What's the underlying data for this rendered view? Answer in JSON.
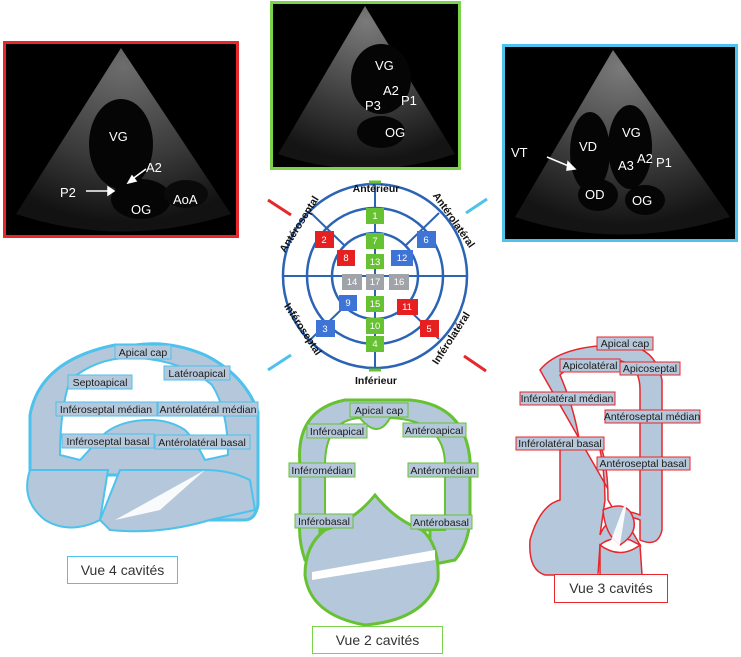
{
  "captions": {
    "four_chamber": "Vue 4 cavités",
    "two_chamber": "Vue 2 cavités",
    "three_chamber": "Vue 3 cavités"
  },
  "echo_four": {
    "vg": "VG",
    "a2": "A2",
    "p2": "P2",
    "og": "OG",
    "aoa": "AoA"
  },
  "echo_two": {
    "vg": "VG",
    "a2": "A2",
    "p3": "P3",
    "p1": "P1",
    "og": "OG"
  },
  "echo_three": {
    "vt": "VT",
    "vd": "VD",
    "vg": "VG",
    "a3": "A3",
    "a2": "A2",
    "p1": "P1",
    "od": "OD",
    "og": "OG"
  },
  "bullseye": {
    "anterieur": "Antérieur",
    "inferieur": "Inférieur",
    "anteroseptal": "Antéroseptal",
    "anterolateral": "Antérolatéral",
    "inferoseptal": "Inféroseptal",
    "inferolateral": "Inférolatéral",
    "segments": [
      "1",
      "2",
      "3",
      "4",
      "5",
      "6",
      "7",
      "8",
      "9",
      "10",
      "11",
      "12",
      "13",
      "14",
      "15",
      "16",
      "17"
    ]
  },
  "four_chamber_labels": {
    "apical_cap": "Apical cap",
    "septoapical": "Septoapical",
    "lateroapical": "Latéroapical",
    "inferoseptal_median": "Inféroseptal médian",
    "anterolateral_median": "Antérolatéral médian",
    "inferoseptal_basal": "Inféroseptal basal",
    "anterolateral_basal": "Antérolatéral basal"
  },
  "two_chamber_labels": {
    "apical_cap": "Apical cap",
    "inferoapical": "Inféroapical",
    "anteroapical": "Antéroapical",
    "inferomedian": "Inféromédian",
    "anteromedian": "Antéromédian",
    "inferobasal": "Inférobasal",
    "anterobasal": "Antérobasal"
  },
  "three_chamber_labels": {
    "apical_cap": "Apical cap",
    "apicolateral": "Apicolatéral",
    "apicoseptal": "Apicoseptal",
    "inferolateral_median": "Inférolatéral médian",
    "anteroseptal_median": "Antéroseptal médian",
    "inferolateral_basal": "Inférolatéral basal",
    "anteroseptal_basal": "Antéroseptal basal"
  },
  "colors": {
    "red": "#e8262b",
    "green": "#7ad34a",
    "blue": "#4cc2ec",
    "segment_green": "#66c232",
    "segment_red": "#e62020",
    "segment_blue": "#3d74d6",
    "segment_gray": "#a0a4a8",
    "bullseye_ring": "#2b63b5",
    "tissue": "#b5c7da"
  }
}
